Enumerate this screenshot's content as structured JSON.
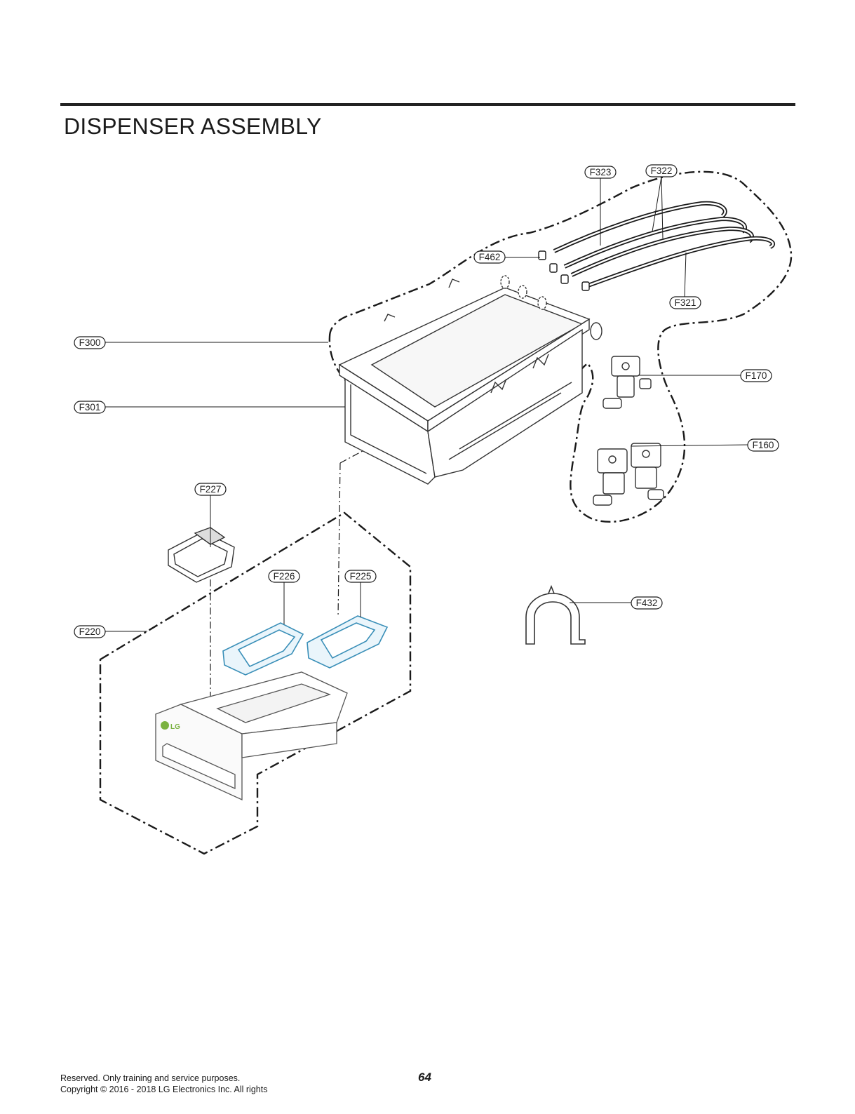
{
  "page": {
    "title": "DISPENSER ASSEMBLY",
    "page_number": "64",
    "footer_line1": "Reserved. Only training and service purposes.",
    "footer_line2": "Copyright © 2016 - 2018 LG Electronics Inc. All rights"
  },
  "callouts": {
    "f323": "F323",
    "f322": "F322",
    "f462": "F462",
    "f321": "F321",
    "f300": "F300",
    "f301": "F301",
    "f170": "F170",
    "f160": "F160",
    "f227": "F227",
    "f226": "F226",
    "f225": "F225",
    "f220": "F220",
    "f432": "F432"
  },
  "logo_text": "LG",
  "colors": {
    "line": "#1a1a1a",
    "part_outline": "#555555",
    "highlight_part": "#3a8fb8",
    "logo_green": "#7bb241"
  }
}
